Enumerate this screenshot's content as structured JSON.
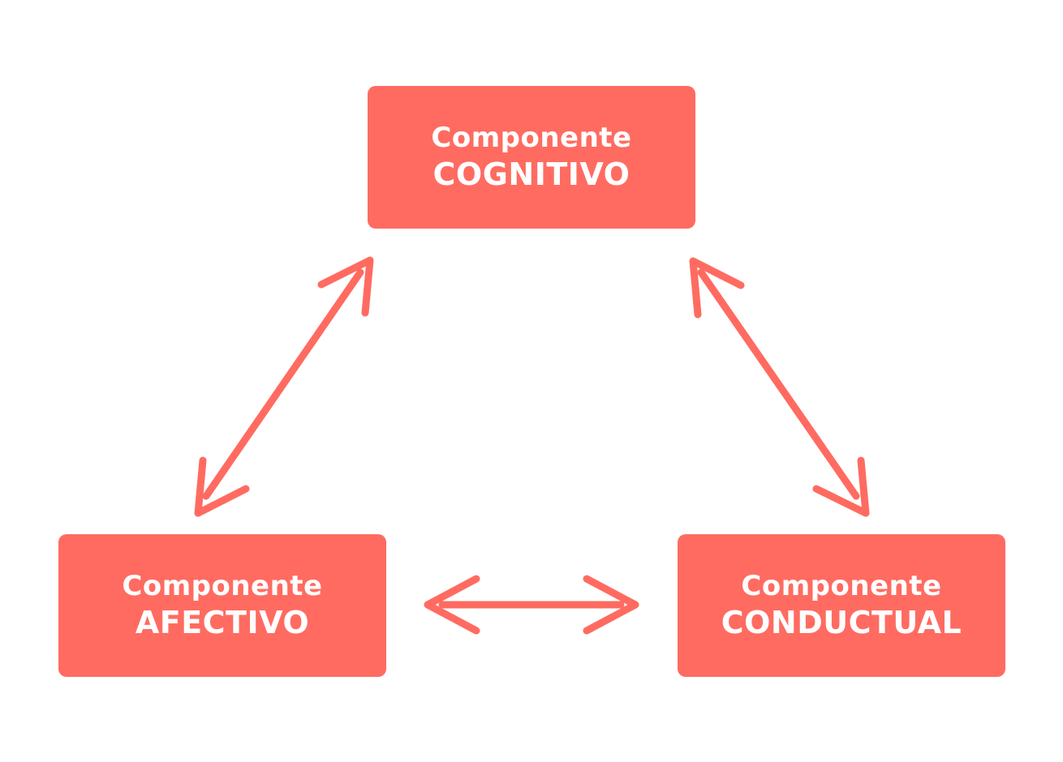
{
  "diagram": {
    "nodes": [
      {
        "id": "cognitive",
        "line1": "Componente",
        "line2": "COGNITIVO"
      },
      {
        "id": "affective",
        "line1": "Componente",
        "line2": "AFECTIVO"
      },
      {
        "id": "behavioral",
        "line1": "Componente",
        "line2": "CONDUCTUAL"
      }
    ],
    "edges": [
      {
        "from": "cognitive",
        "to": "affective",
        "direction": "bidirectional"
      },
      {
        "from": "cognitive",
        "to": "behavioral",
        "direction": "bidirectional"
      },
      {
        "from": "affective",
        "to": "behavioral",
        "direction": "bidirectional"
      }
    ],
    "colors": {
      "box_fill": "#ff6b61",
      "box_text": "#ffffff",
      "arrow": "#ff6b61",
      "background": "#ffffff"
    }
  }
}
